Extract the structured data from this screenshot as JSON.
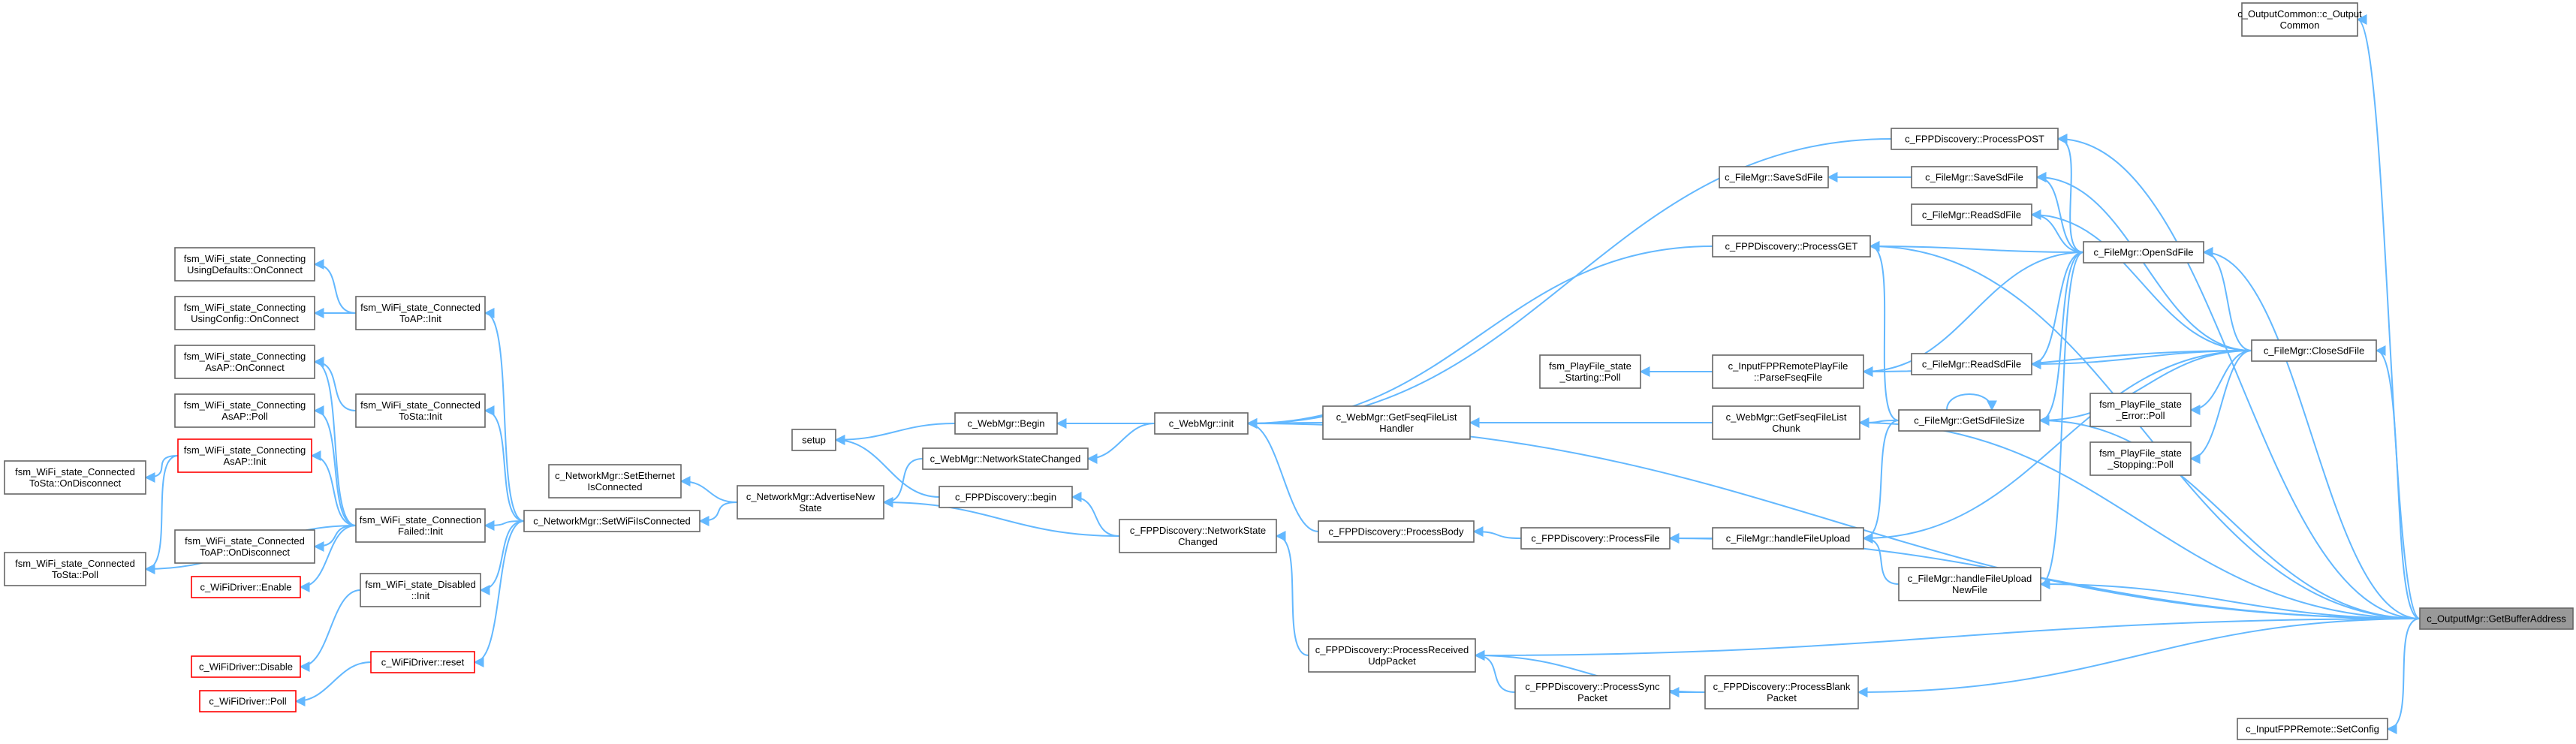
{
  "diagram": {
    "type": "call-graph",
    "colors": {
      "edge": "#63b8ff",
      "node_border": "#666666",
      "node_border_highlight": "#ff0000",
      "root_fill": "#999999",
      "node_fill": "#ffffff"
    },
    "root": "c_OutputMgr::GetBufferAddress",
    "nodes": {
      "n_outputcommon": {
        "lines": [
          "c_OutputCommon::c_Output",
          "Common"
        ]
      },
      "n_processpost": {
        "lines": [
          "c_FPPDiscovery::ProcessPOST"
        ]
      },
      "n_savesdfile1": {
        "lines": [
          "c_FileMgr::SaveSdFile"
        ]
      },
      "n_savesdfile2": {
        "lines": [
          "c_FileMgr::SaveSdFile"
        ]
      },
      "n_readsdfile1": {
        "lines": [
          "c_FileMgr::ReadSdFile"
        ]
      },
      "n_opensdfile": {
        "lines": [
          "c_FileMgr::OpenSdFile"
        ]
      },
      "n_processget": {
        "lines": [
          "c_FPPDiscovery::ProcessGET"
        ]
      },
      "n_closesdfile": {
        "lines": [
          "c_FileMgr::CloseSdFile"
        ]
      },
      "n_readsdfile2": {
        "lines": [
          "c_FileMgr::ReadSdFile"
        ]
      },
      "n_playerror": {
        "lines": [
          "fsm_PlayFile_state",
          "_Error::Poll"
        ]
      },
      "n_startingpoll": {
        "lines": [
          "fsm_PlayFile_state",
          "_Starting::Poll"
        ]
      },
      "n_parsefseq": {
        "lines": [
          "c_InputFPPRemotePlayFile",
          "::ParseFseqFile"
        ]
      },
      "n_getsdfilesize": {
        "lines": [
          "c_FileMgr::GetSdFileSize"
        ]
      },
      "n_stoppingpoll": {
        "lines": [
          "fsm_PlayFile_state",
          "_Stopping::Poll"
        ]
      },
      "n_webmgrbegin": {
        "lines": [
          "c_WebMgr::Begin"
        ]
      },
      "n_webmgrinit": {
        "lines": [
          "c_WebMgr::init"
        ]
      },
      "n_getfseqhandler": {
        "lines": [
          "c_WebMgr::GetFseqFileList",
          "Handler"
        ]
      },
      "n_getfseqchunk": {
        "lines": [
          "c_WebMgr::GetFseqFileList",
          "Chunk"
        ]
      },
      "n_setup": {
        "lines": [
          "setup"
        ]
      },
      "n_netstatechanged": {
        "lines": [
          "c_WebMgr::NetworkStateChanged"
        ]
      },
      "n_fppbegin": {
        "lines": [
          "c_FPPDiscovery::begin"
        ]
      },
      "n_setethernet": {
        "lines": [
          "c_NetworkMgr::SetEthernet",
          "IsConnected"
        ]
      },
      "n_advertise": {
        "lines": [
          "c_NetworkMgr::AdvertiseNew",
          "State"
        ]
      },
      "n_processbody": {
        "lines": [
          "c_FPPDiscovery::ProcessBody"
        ]
      },
      "n_processfile": {
        "lines": [
          "c_FPPDiscovery::ProcessFile"
        ]
      },
      "n_handlefileupload": {
        "lines": [
          "c_FileMgr::handleFileUpload"
        ]
      },
      "n_fppnetstate": {
        "lines": [
          "c_FPPDiscovery::NetworkState",
          "Changed"
        ]
      },
      "n_handlenewfile": {
        "lines": [
          "c_FileMgr::handleFileUpload",
          "NewFile"
        ]
      },
      "n_getbufferaddress": {
        "lines": [
          "c_OutputMgr::GetBufferAddress"
        ]
      },
      "n_setwifi": {
        "lines": [
          "c_NetworkMgr::SetWiFiIsConnected"
        ]
      },
      "n_processreceived": {
        "lines": [
          "c_FPPDiscovery::ProcessReceived",
          "UdpPacket"
        ]
      },
      "n_processblank": {
        "lines": [
          "c_FPPDiscovery::ProcessBlank",
          "Packet"
        ]
      },
      "n_processsync": {
        "lines": [
          "c_FPPDiscovery::ProcessSync",
          "Packet"
        ]
      },
      "n_setconfig": {
        "lines": [
          "c_InputFPPRemote::SetConfig"
        ]
      },
      "n_connusingdefaults": {
        "lines": [
          "fsm_WiFi_state_Connecting",
          "UsingDefaults::OnConnect"
        ]
      },
      "n_connusingconfig": {
        "lines": [
          "fsm_WiFi_state_Connecting",
          "UsingConfig::OnConnect"
        ]
      },
      "n_connectedtoapinit": {
        "lines": [
          "fsm_WiFi_state_Connected",
          "ToAP::Init"
        ]
      },
      "n_connasaponconnect": {
        "lines": [
          "fsm_WiFi_state_Connecting",
          "AsAP::OnConnect"
        ]
      },
      "n_connasappoll": {
        "lines": [
          "fsm_WiFi_state_Connecting",
          "AsAP::Poll"
        ]
      },
      "n_connectedtostainit": {
        "lines": [
          "fsm_WiFi_state_Connected",
          "ToSta::Init"
        ]
      },
      "n_stadisconnect": {
        "lines": [
          "fsm_WiFi_state_Connected",
          "ToSta::OnDisconnect"
        ]
      },
      "n_connasapinit": {
        "lines": [
          "fsm_WiFi_state_Connecting",
          "AsAP::Init"
        ]
      },
      "n_connfailedinit": {
        "lines": [
          "fsm_WiFi_state_Connection",
          "Failed::Init"
        ]
      },
      "n_toapdisconnect": {
        "lines": [
          "fsm_WiFi_state_Connected",
          "ToAP::OnDisconnect"
        ]
      },
      "n_stapoll": {
        "lines": [
          "fsm_WiFi_state_Connected",
          "ToSta::Poll"
        ]
      },
      "n_wifienable": {
        "lines": [
          "c_WiFiDriver::Enable"
        ]
      },
      "n_disabledinit": {
        "lines": [
          "fsm_WiFi_state_Disabled",
          "::Init"
        ]
      },
      "n_wifidisable": {
        "lines": [
          "c_WiFiDriver::Disable"
        ]
      },
      "n_wifireset": {
        "lines": [
          "c_WiFiDriver::reset"
        ]
      },
      "n_wifipoll": {
        "lines": [
          "c_WiFiDriver::Poll"
        ]
      }
    }
  }
}
